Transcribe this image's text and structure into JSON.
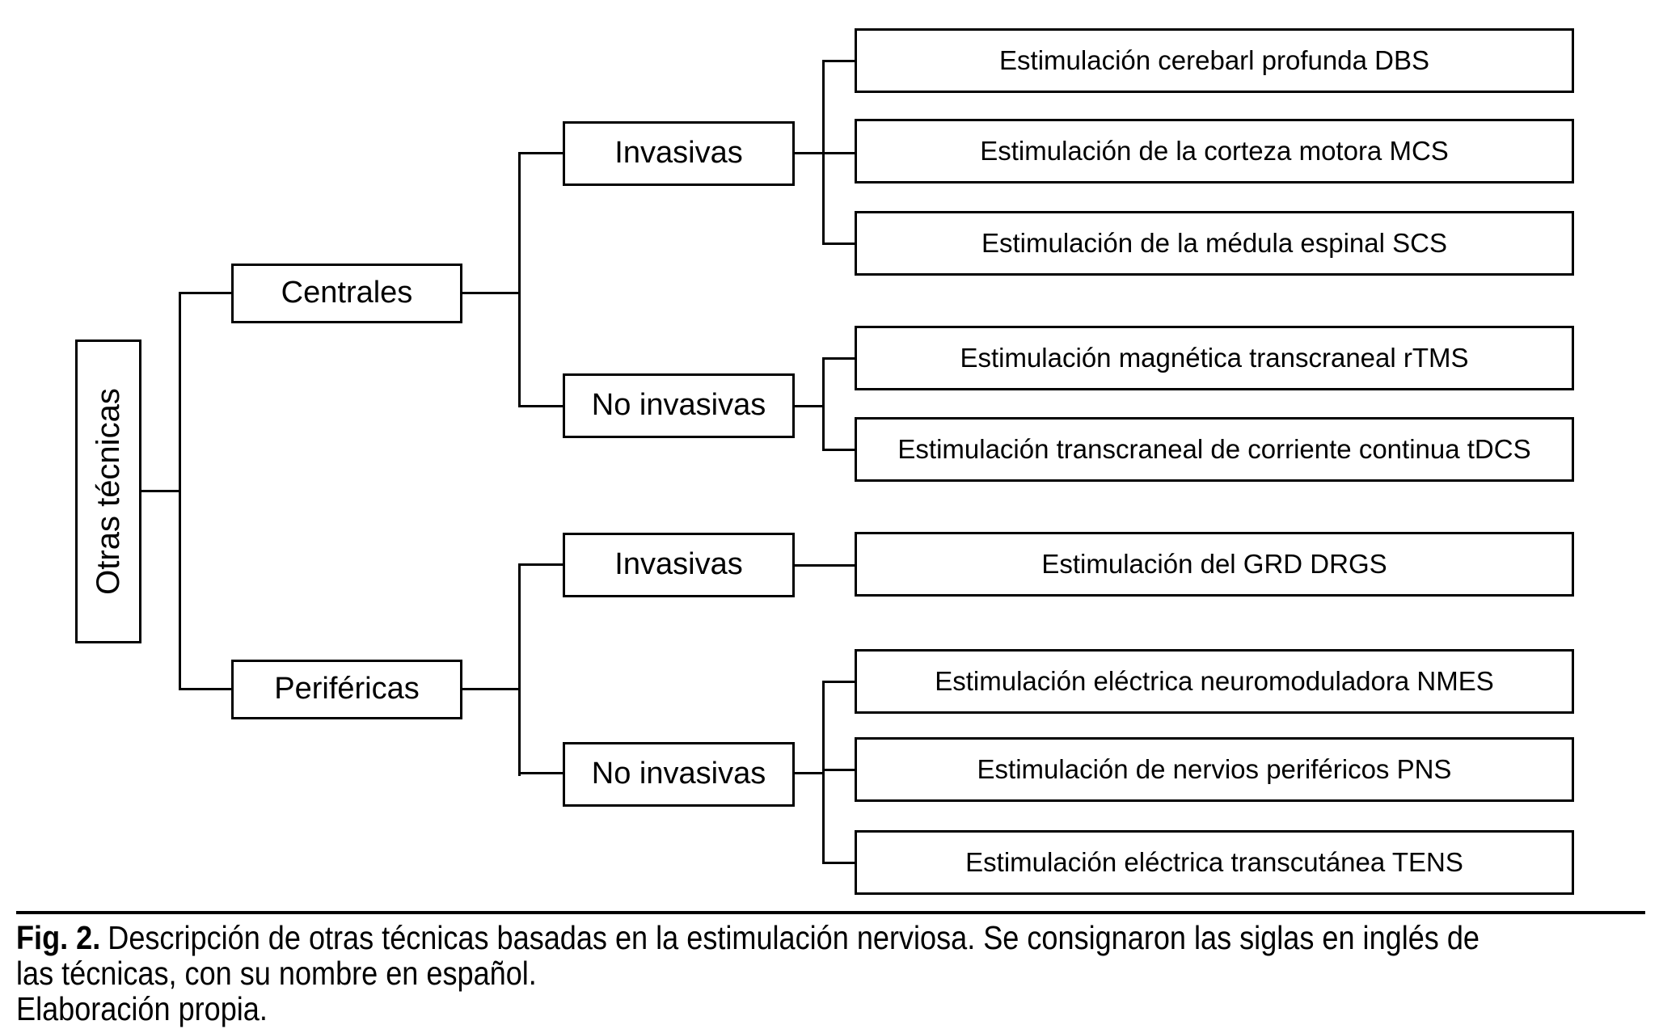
{
  "figure": {
    "type": "hierarchy-diagram",
    "background_color": "#ffffff",
    "line_color": "#000000",
    "root": {
      "label": "Otras técnicas"
    },
    "branches": [
      {
        "label": "Centrales"
      },
      {
        "label": "Periféricas"
      }
    ],
    "subbranches": [
      {
        "parent": "Centrales",
        "label": "Invasivas"
      },
      {
        "parent": "Centrales",
        "label": "No invasivas"
      },
      {
        "parent": "Periféricas",
        "label": "Invasivas"
      },
      {
        "parent": "Periféricas",
        "label": "No invasivas"
      }
    ],
    "leaves": [
      {
        "group": "Centrales / Invasivas",
        "label": "Estimulación cerebarl profunda DBS"
      },
      {
        "group": "Centrales / Invasivas",
        "label": "Estimulación de la corteza motora MCS"
      },
      {
        "group": "Centrales / Invasivas",
        "label": "Estimulación de la médula espinal SCS"
      },
      {
        "group": "Centrales / No invasivas",
        "label": "Estimulación magnética transcraneal rTMS"
      },
      {
        "group": "Centrales / No invasivas",
        "label": "Estimulación transcraneal de corriente continua tDCS"
      },
      {
        "group": "Periféricas / Invasivas",
        "label": "Estimulación del GRD DRGS"
      },
      {
        "group": "Periféricas / No invasivas",
        "label": "Estimulación eléctrica neuromoduladora NMES"
      },
      {
        "group": "Periféricas / No invasivas",
        "label": "Estimulación de nervios periféricos PNS"
      },
      {
        "group": "Periféricas / No invasivas",
        "label": "Estimulación eléctrica transcutánea TENS"
      }
    ]
  },
  "caption": {
    "fig_label": "Fig. 2.",
    "line1": "Descripción de otras técnicas basadas en la estimulación nerviosa. Se consignaron las siglas en inglés de",
    "line2": "las técnicas, con su nombre en español.",
    "line3": "Elaboración propia."
  }
}
